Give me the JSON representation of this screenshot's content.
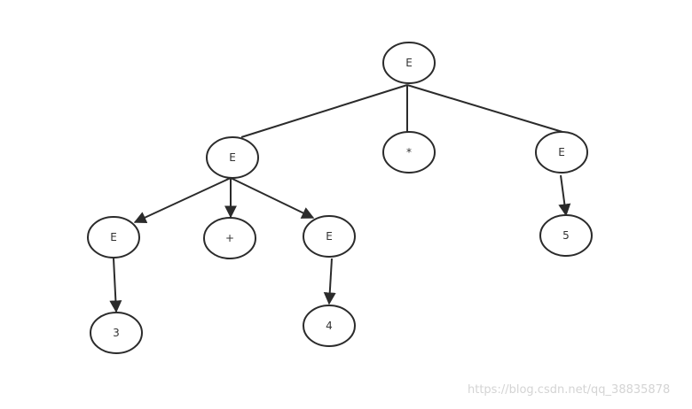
{
  "diagram": {
    "nodes": [
      {
        "id": "root",
        "label": "E"
      },
      {
        "id": "e-left",
        "label": "E"
      },
      {
        "id": "star",
        "label": "*"
      },
      {
        "id": "e-right",
        "label": "E"
      },
      {
        "id": "e-ll",
        "label": "E"
      },
      {
        "id": "plus",
        "label": "+"
      },
      {
        "id": "e-lr",
        "label": "E"
      },
      {
        "id": "five",
        "label": "5"
      },
      {
        "id": "three",
        "label": "3"
      },
      {
        "id": "four",
        "label": "4"
      }
    ],
    "edges": [
      {
        "from": "root",
        "to": "e-left",
        "arrow": false
      },
      {
        "from": "root",
        "to": "star",
        "arrow": false
      },
      {
        "from": "root",
        "to": "e-right",
        "arrow": false
      },
      {
        "from": "e-left",
        "to": "e-ll",
        "arrow": true
      },
      {
        "from": "e-left",
        "to": "plus",
        "arrow": true
      },
      {
        "from": "e-left",
        "to": "e-lr",
        "arrow": true
      },
      {
        "from": "e-right",
        "to": "five",
        "arrow": true
      },
      {
        "from": "e-ll",
        "to": "three",
        "arrow": true
      },
      {
        "from": "e-lr",
        "to": "four",
        "arrow": true
      }
    ]
  },
  "watermark": "https://blog.csdn.net/qq_38835878",
  "colors": {
    "stroke": "#2b2b2b",
    "text": "#333333",
    "watermark": "#d4d4d4"
  }
}
